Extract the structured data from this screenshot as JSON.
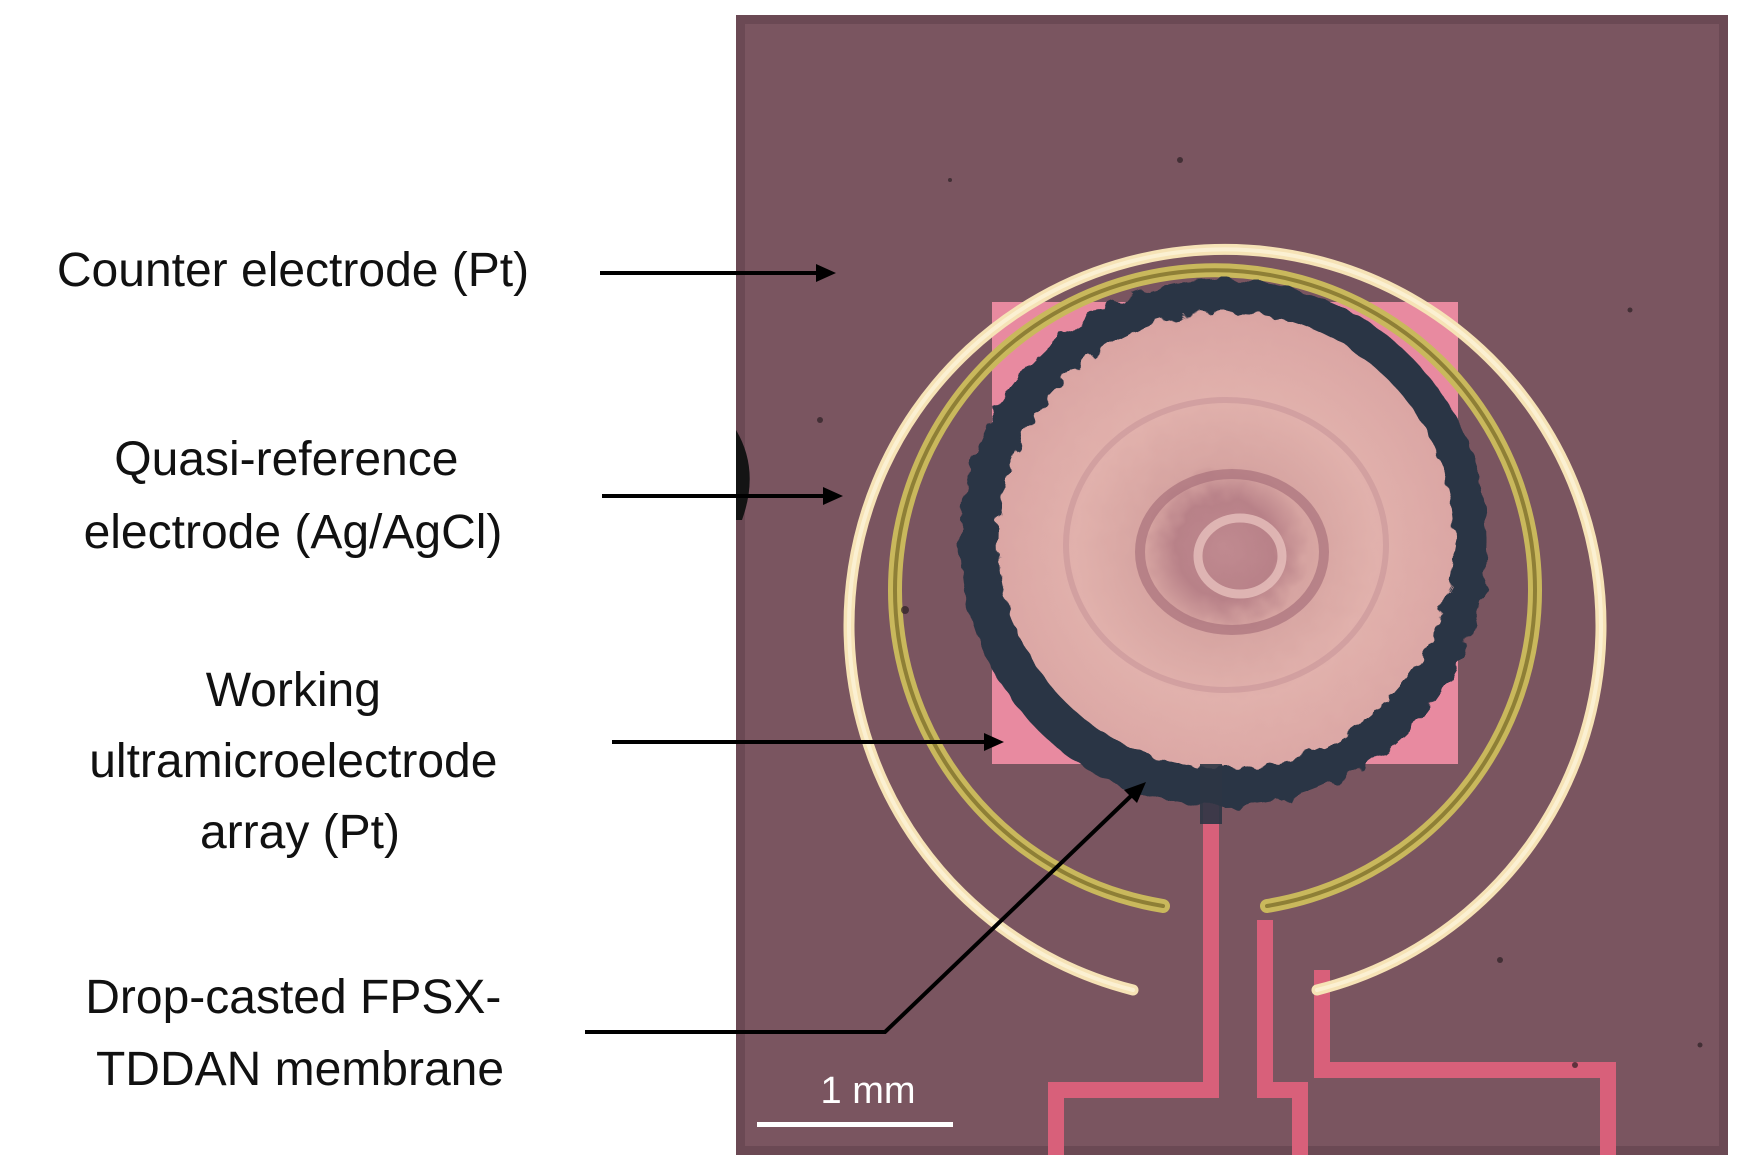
{
  "labels": {
    "counter_electrode": [
      "Counter electrode (Pt)"
    ],
    "quasi_reference_electrode": [
      "Quasi-reference",
      "electrode (Ag/AgCl)"
    ],
    "working_electrode": [
      "Working",
      "ultramicroelectrode",
      "array (Pt)"
    ],
    "membrane": [
      "Drop-casted FPSX-",
      "TDDAN membrane"
    ]
  },
  "scale_bar": {
    "label": "1 mm"
  },
  "colors": {
    "substrate": "#7a5560",
    "counter_ring": "#f6e3b6",
    "reference_ring": "#c9b85c",
    "pad": "#e88aa0",
    "trace": "#d8607a",
    "membrane_edge": "#2c3544",
    "membrane_center": "#d9a29f"
  }
}
